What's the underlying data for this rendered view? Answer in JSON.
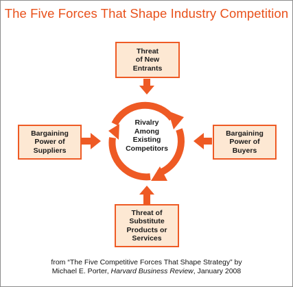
{
  "title": "The Five Forces That Shape Industry Competition",
  "forces": {
    "top": [
      "Threat",
      "of New",
      "Entrants"
    ],
    "left": [
      "Bargaining",
      "Power of",
      "Suppliers"
    ],
    "right": [
      "Bargaining",
      "Power of",
      "Buyers"
    ],
    "bottom": [
      "Threat of",
      "Substitute",
      "Products or",
      "Services"
    ]
  },
  "center": [
    "Rivalry",
    "Among",
    "Existing",
    "Competitors"
  ],
  "citation": {
    "line1": "from “The Five Competitive Forces That Shape Strategy” by",
    "author_prefix": "Michael E. Porter,",
    "journal": "Harvard Business Review",
    "date": ", January 2008"
  },
  "colors": {
    "accent": "#ee5a24",
    "title": "#e8501a",
    "box_fill": "#fde8d3"
  }
}
